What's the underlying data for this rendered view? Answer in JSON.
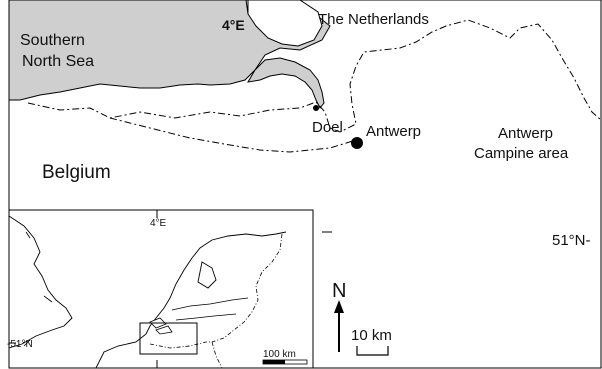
{
  "main_map": {
    "labels": {
      "sea": [
        "Southern",
        "North Sea"
      ],
      "netherlands": "The Netherlands",
      "belgium": "Belgium",
      "doel": "Doel",
      "antwerp": "Antwerp",
      "campine": [
        "Antwerp",
        "Campine area"
      ],
      "meridian": "4°E",
      "parallel": "51°N-"
    },
    "colors": {
      "water": "#cfcfcf",
      "land": "#ffffff",
      "line": "#000000"
    }
  },
  "inset_map": {
    "labels": {
      "meridian": "4°E",
      "parallel": "-51°N"
    },
    "scalebar_label": "100 km"
  },
  "north_arrow": {
    "label": "N"
  },
  "scale_bar": {
    "label": "10 km"
  }
}
